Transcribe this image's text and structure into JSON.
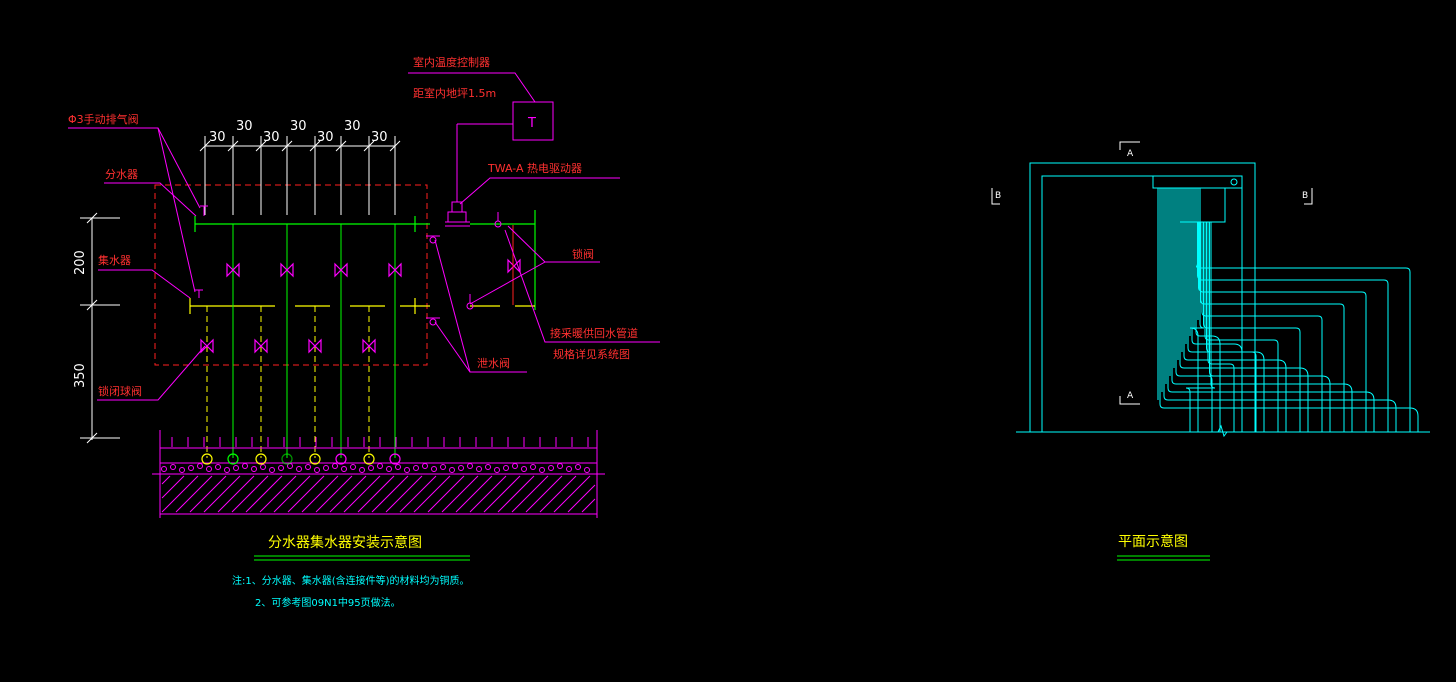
{
  "colors": {
    "background": "#000000",
    "green": "#00ff00",
    "yellow": "#ffff00",
    "magenta": "#ff00ff",
    "red": "#ff2020",
    "cyan": "#00ffff",
    "white": "#ffffff",
    "label_red": "#ff3030"
  },
  "left": {
    "dims_top": [
      "30",
      "30",
      "30",
      "30",
      "30",
      "30",
      "30"
    ],
    "dims_left": [
      "200",
      "350"
    ],
    "labels": {
      "thermostat": "室内温度控制器",
      "thermostat_height": "距室内地坪1.5m",
      "thermostat_box": "T",
      "air_valve": "Φ3手动排气阀",
      "supply_manifold": "分水器",
      "actuator": "TWA-A 热电驱动器",
      "return_manifold": "集水器",
      "lock_valve": "锁阀",
      "supply_return_pipe": "接采暖供回水管道",
      "see_system": "规格详见系统图",
      "drain_valve": "泄水阀",
      "lock_closed_valve": "锁闭球阀"
    },
    "title": "分水器集水器安装示意图",
    "notes": [
      "注:1、分水器、集水器(含连接件等)的材料均为铜质。",
      "2、可参考图09N1中95页做法。"
    ]
  },
  "right": {
    "section_a_top": "A",
    "section_a_bottom": "A",
    "section_b_left": "B",
    "section_b_right": "B",
    "title": "平面示意图"
  }
}
